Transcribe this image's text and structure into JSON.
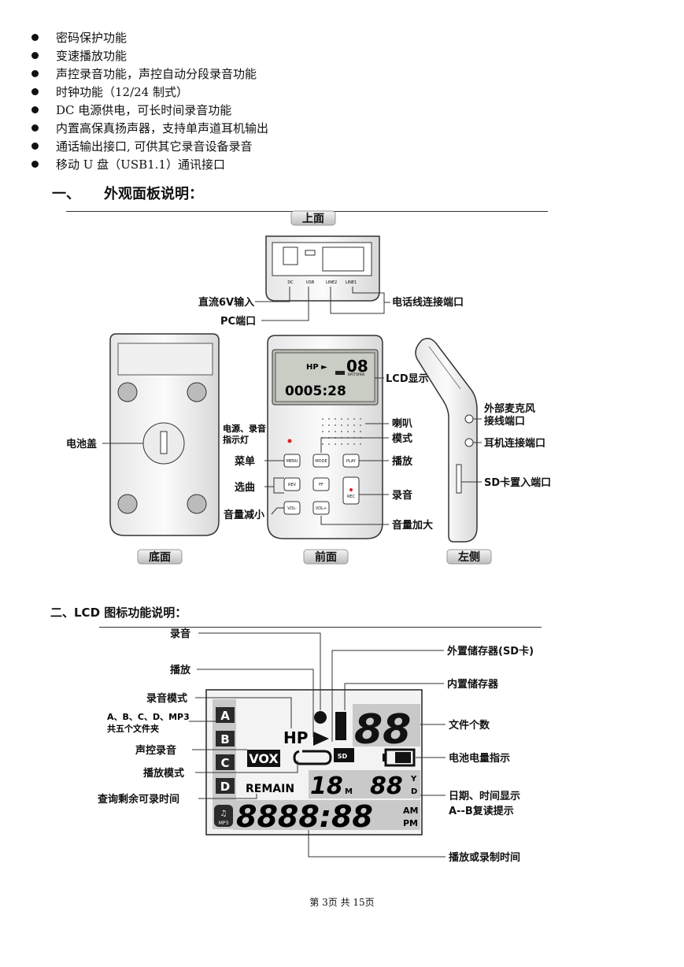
{
  "features": [
    "密码保护功能",
    "变速播放功能",
    "声控录音功能，声控自动分段录音功能",
    "时钟功能（12/24 制式）",
    "DC 电源供电，可长时间录音功能",
    "内置高保真扬声器，支持单声道耳机输出",
    "通话输出接口, 可供其它录音设备录音",
    "移动 U 盘（USB1.1）通讯接口"
  ],
  "section1": {
    "number": "一、",
    "title": "外观面板说明："
  },
  "panel_diagram": {
    "view_top": "上面",
    "view_bottom": "底面",
    "view_front": "前面",
    "view_left": "左侧",
    "port_dc": "DC",
    "port_usb": "USB",
    "port_line2": "LINE2",
    "port_line1": "LINE1",
    "label_dc_in": "直流6V输入",
    "label_pc_port": "PC端口",
    "label_phone_port": "电话线连接端口",
    "label_battery_cover": "电池盖",
    "label_led_line1": "电源、录音",
    "label_led_line2": "指示灯",
    "label_menu": "菜单",
    "label_select": "选曲",
    "label_vol_down": "音量减小",
    "label_lcd": "LCD显示",
    "label_speaker": "喇叭",
    "label_mode": "模式",
    "label_play": "播放",
    "label_rec": "录音",
    "label_vol_up": "音量加大",
    "label_ext_mic_line1": "外部麦克风",
    "label_ext_mic_line2": "接线端口",
    "label_earphone": "耳机连接端口",
    "label_sd_slot": "SD卡置入端口",
    "btn_menu": "MENU",
    "btn_mode": "MODE",
    "btn_play": "PLAY",
    "btn_rev": "REV",
    "btn_ff": "FF",
    "btn_rec": "REC",
    "btn_vol_minus": "VOL-",
    "btn_vol_plus": "VOL+",
    "lcd_hp": "HP ►",
    "lcd_file": "08",
    "lcd_time": "0005:28",
    "battery_text_1": "BATT",
    "battery_text_2": "OPEN"
  },
  "section2": {
    "title": "二、LCD 图标功能说明："
  },
  "lcd_diagram": {
    "label_record": "录音",
    "label_play": "播放",
    "label_rec_mode": "录音模式",
    "label_folders_line1": "A、B、C、D、MP3",
    "label_folders_line2": "共五个文件夹",
    "label_vox": "声控录音",
    "label_play_mode": "播放模式",
    "label_remain": "查询剩余可录时间",
    "label_ext_storage": "外置储存器(SD卡)",
    "label_int_storage": "内置储存器",
    "label_file_count": "文件个数",
    "label_battery": "电池电量指示",
    "label_datetime_line1": "日期、时间显示",
    "label_datetime_line2": "A--B复读提示",
    "label_play_rec_time": "播放或录制时间",
    "folder_a": "A",
    "folder_b": "B",
    "folder_c": "C",
    "folder_d": "D",
    "icon_hp": "HP",
    "icon_vox": "VOX",
    "icon_remain": "REMAIN",
    "icon_sd": "SD",
    "digits_file": "88",
    "digits_date_1": "18",
    "unit_m": "M",
    "digits_date_2": "88",
    "unit_y": "Y",
    "unit_d": "D",
    "digits_time": "8888:88",
    "unit_am": "AM",
    "unit_pm": "PM",
    "mp3_text": "MP3"
  },
  "footer": "第 3页    共 15页"
}
